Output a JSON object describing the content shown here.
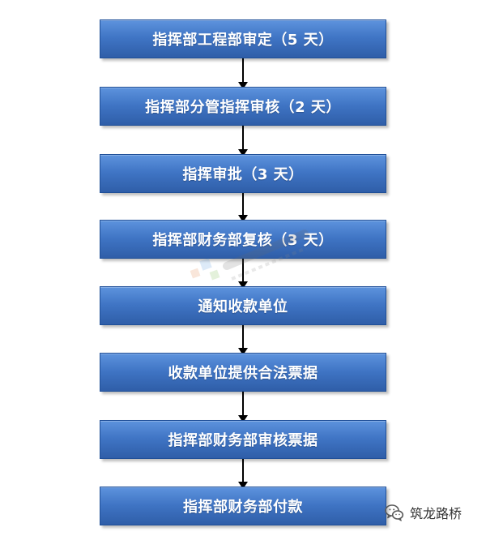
{
  "steps": [
    {
      "label": "指挥部工程部审定（5 天）"
    },
    {
      "label": "指挥部分管指挥审核（2 天）"
    },
    {
      "label": "指挥审批（3 天）"
    },
    {
      "label": "指挥部财务部复核（3 天）"
    },
    {
      "label": "通知收款单位"
    },
    {
      "label": "收款单位提供合法票据"
    },
    {
      "label": "指挥部财务部审核票据"
    },
    {
      "label": "指挥部财务部付款"
    }
  ],
  "brand": {
    "name": "筑龙路桥",
    "icon": "wechat-icon"
  },
  "colors": {
    "box_top": "#5d93dd",
    "box_bottom": "#2f5ea8",
    "box_border": "#1f4f98",
    "arrow": "#000000"
  }
}
